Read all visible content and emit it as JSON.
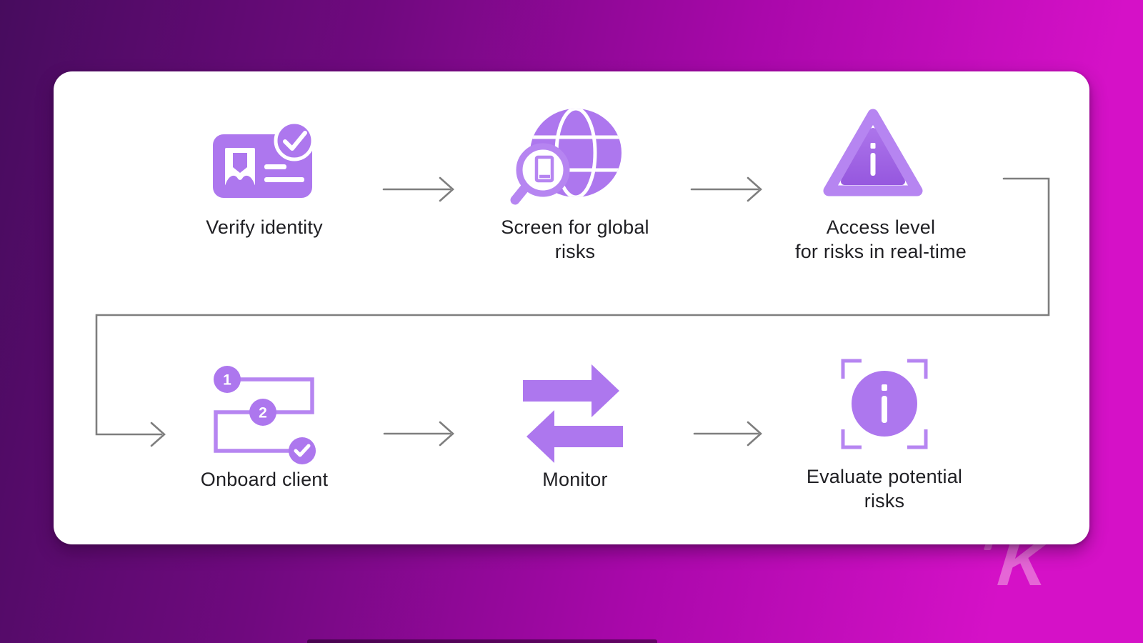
{
  "diagram": {
    "steps": [
      {
        "label": "Verify identity",
        "icon": "id-card-check-icon"
      },
      {
        "label": "Screen for global\nrisks",
        "icon": "globe-magnifier-icon"
      },
      {
        "label": "Access level\nfor risks in real-time",
        "icon": "warning-info-triangle-icon"
      },
      {
        "label": "Onboard client",
        "icon": "steps-path-icon",
        "step_numbers": [
          "1",
          "2"
        ]
      },
      {
        "label": "Monitor",
        "icon": "transfer-arrows-icon"
      },
      {
        "label": "Evaluate potential\nrisks",
        "icon": "info-focus-icon"
      }
    ]
  },
  "watermark": {
    "text": "K"
  },
  "colors": {
    "icon-purple": "#b685f1",
    "icon-purple-fill": "#ad77ee",
    "tri-grad-top": "#ab73ea",
    "tri-grad-bottom": "#9759df",
    "arrow-gray": "#7e7e7e",
    "label-text": "#1f1f23",
    "card-bg": "#ffffff",
    "bg-left": "#470c5e",
    "bg-right": "#d511c7",
    "watermark-pink": "#ef9ae0"
  }
}
